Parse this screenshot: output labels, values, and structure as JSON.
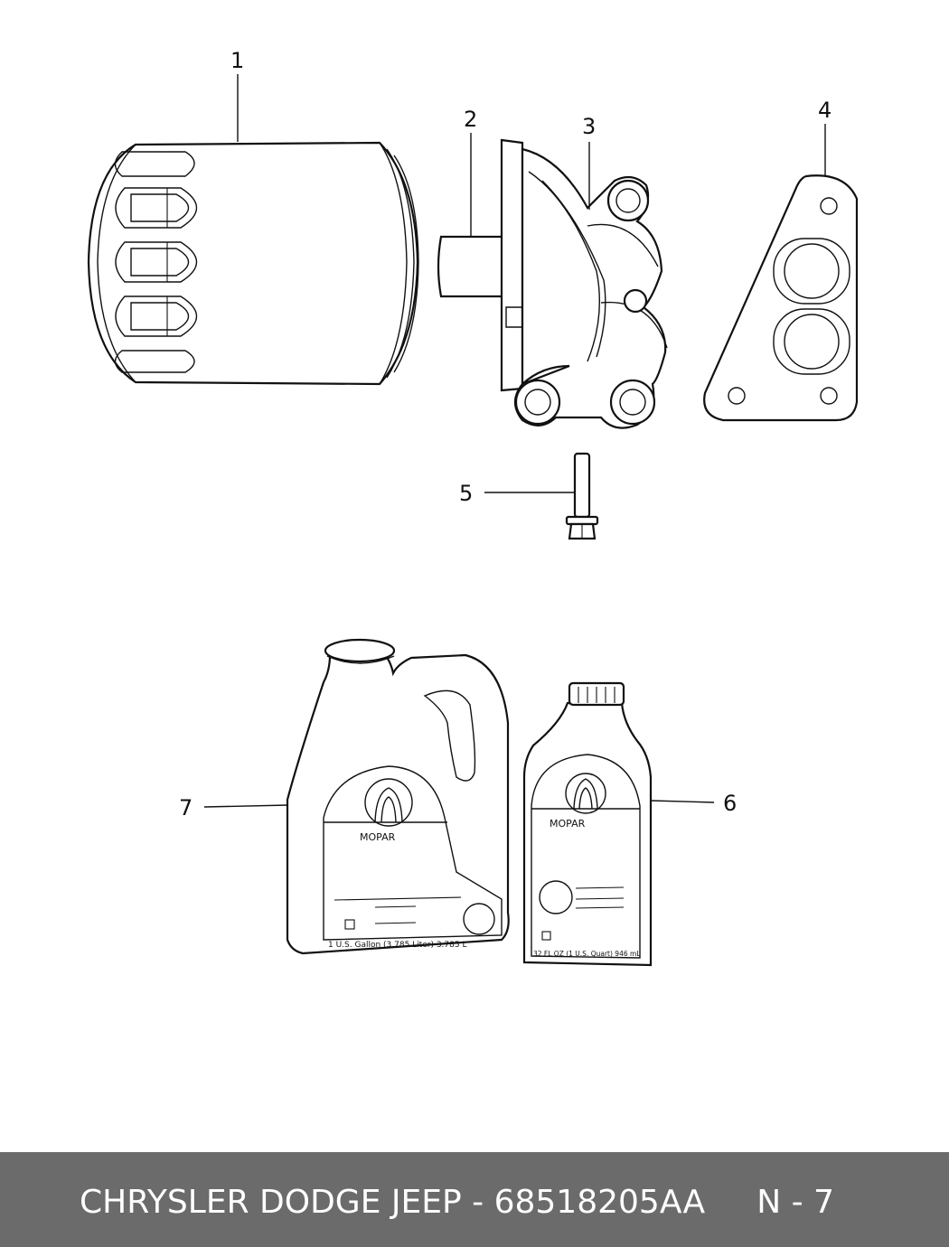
{
  "callouts": {
    "c1": "1",
    "c2": "2",
    "c3": "3",
    "c4": "4",
    "c5": "5",
    "c6": "6",
    "c7": "7"
  },
  "labels": {
    "jug_volume": "1 U.S. Gallon (3.785 Liter) 3.785 L",
    "bottle_volume": "32 FL OZ (1 U.S. Quart) 946 mL"
  },
  "brand_logo_text": "MOPAR",
  "footer": {
    "text": "CHRYSLER DODGE JEEP - 68518205AA     N - 7"
  }
}
